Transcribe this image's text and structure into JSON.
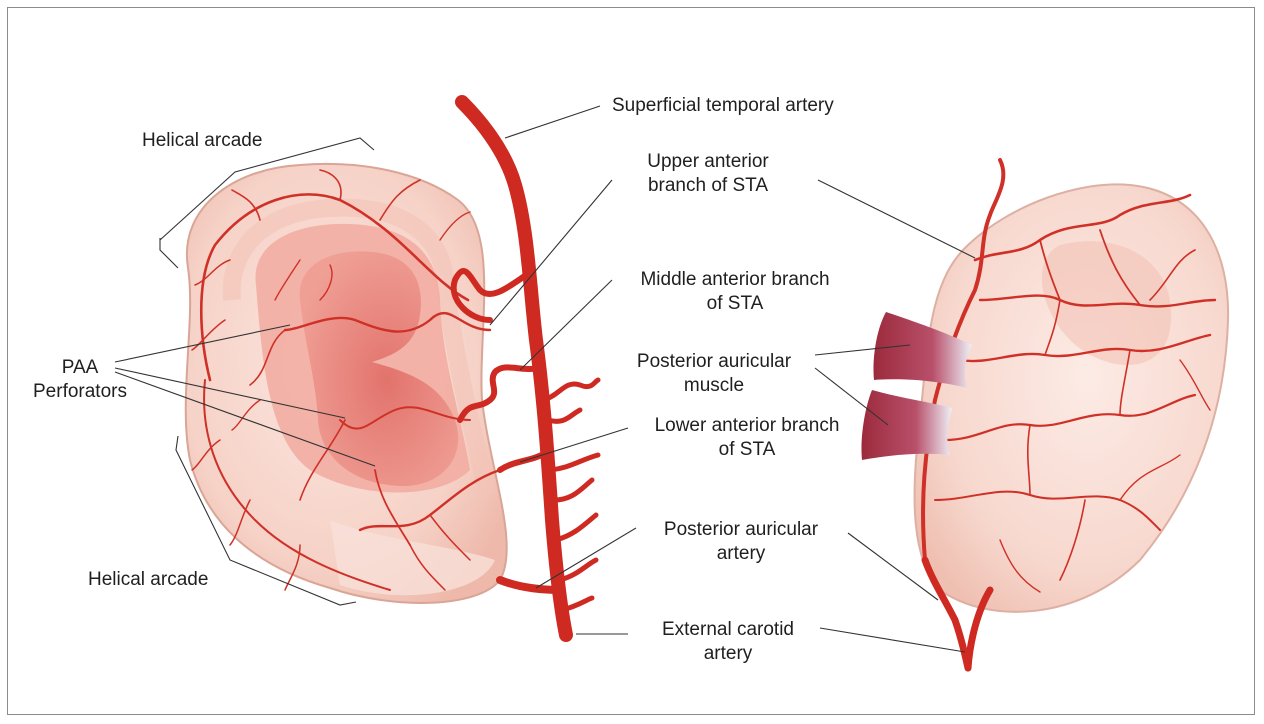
{
  "labels": {
    "superficial_temporal_artery": "Superficial temporal artery",
    "upper_anterior_branch": [
      "Upper anterior",
      "branch of STA"
    ],
    "middle_anterior_branch": [
      "Middle anterior branch",
      "of STA"
    ],
    "posterior_auricular_muscle": [
      "Posterior auricular",
      "muscle"
    ],
    "lower_anterior_branch": [
      "Lower anterior branch",
      "of STA"
    ],
    "posterior_auricular_artery": [
      "Posterior auricular",
      "artery"
    ],
    "external_carotid_artery": [
      "External carotid",
      "artery"
    ],
    "helical_arcade_top": "Helical arcade",
    "helical_arcade_bottom": "Helical arcade",
    "paa_perforators": [
      "PAA",
      "Perforators"
    ]
  },
  "colors": {
    "artery": "#cf2a22",
    "ear_skin": "#f7d9cf",
    "ear_concha": "#e7817a",
    "muscle": "#a43040",
    "leader_line": "#333333"
  }
}
